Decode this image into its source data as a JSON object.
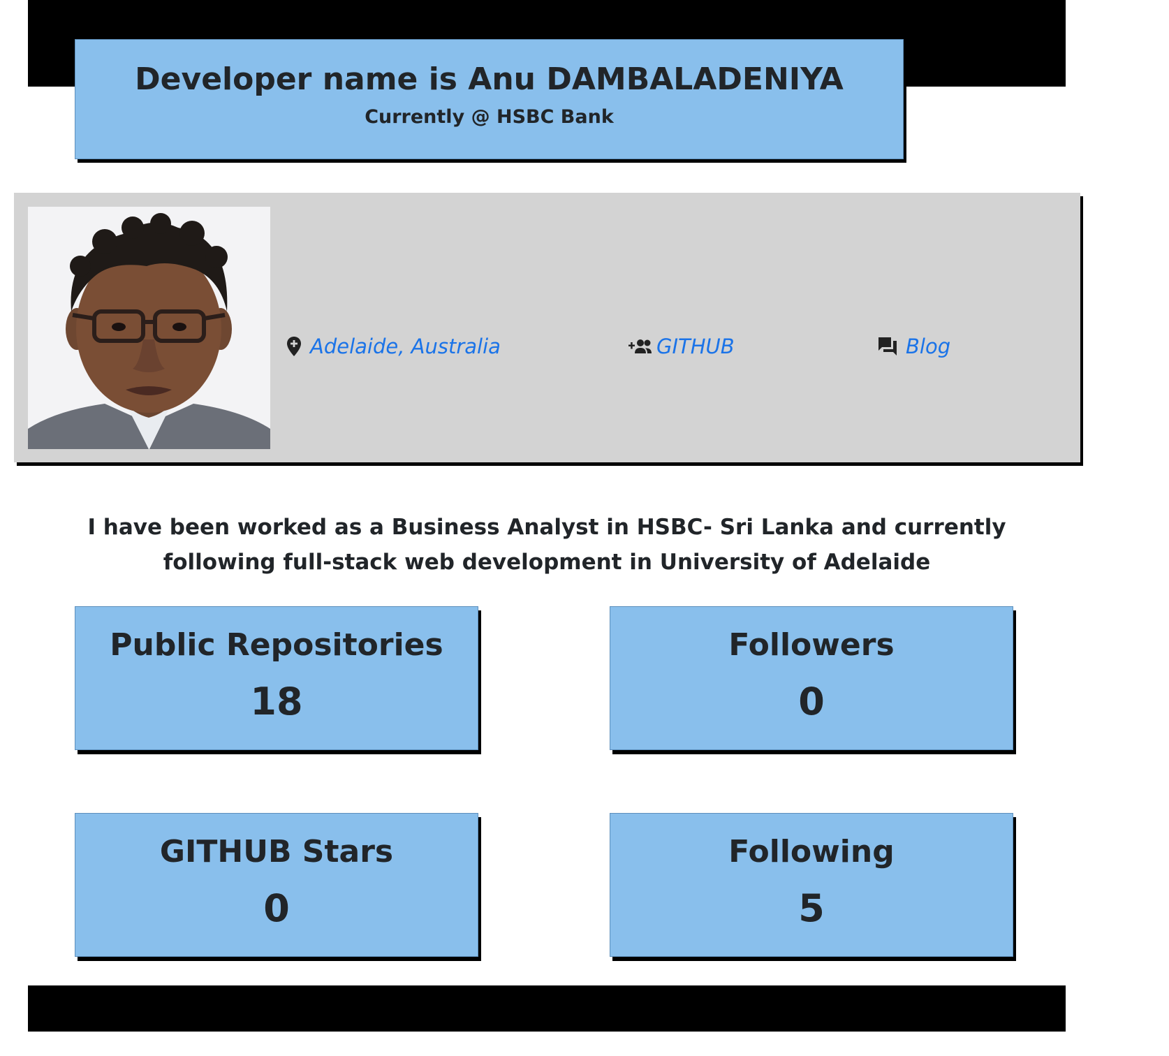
{
  "header": {
    "title": "Developer name is Anu DAMBALADENIYA",
    "subtitle": "Currently @ HSBC Bank"
  },
  "profile": {
    "avatar_icon": "profile-photo",
    "location": "Adelaide, Australia",
    "github_label": "GITHUB",
    "blog_label": "Blog"
  },
  "bio": "I have been worked as a Business Analyst in HSBC- Sri Lanka and currently following full-stack web development in University of Adelaide",
  "stats": [
    {
      "label": "Public Repositories",
      "value": "18"
    },
    {
      "label": "Followers",
      "value": "0"
    },
    {
      "label": "GITHUB Stars",
      "value": "0"
    },
    {
      "label": "Following",
      "value": "5"
    }
  ],
  "colors": {
    "card": "#89bfec",
    "panel": "#d3d3d3",
    "link": "#1a73e8",
    "bar": "#000000"
  }
}
